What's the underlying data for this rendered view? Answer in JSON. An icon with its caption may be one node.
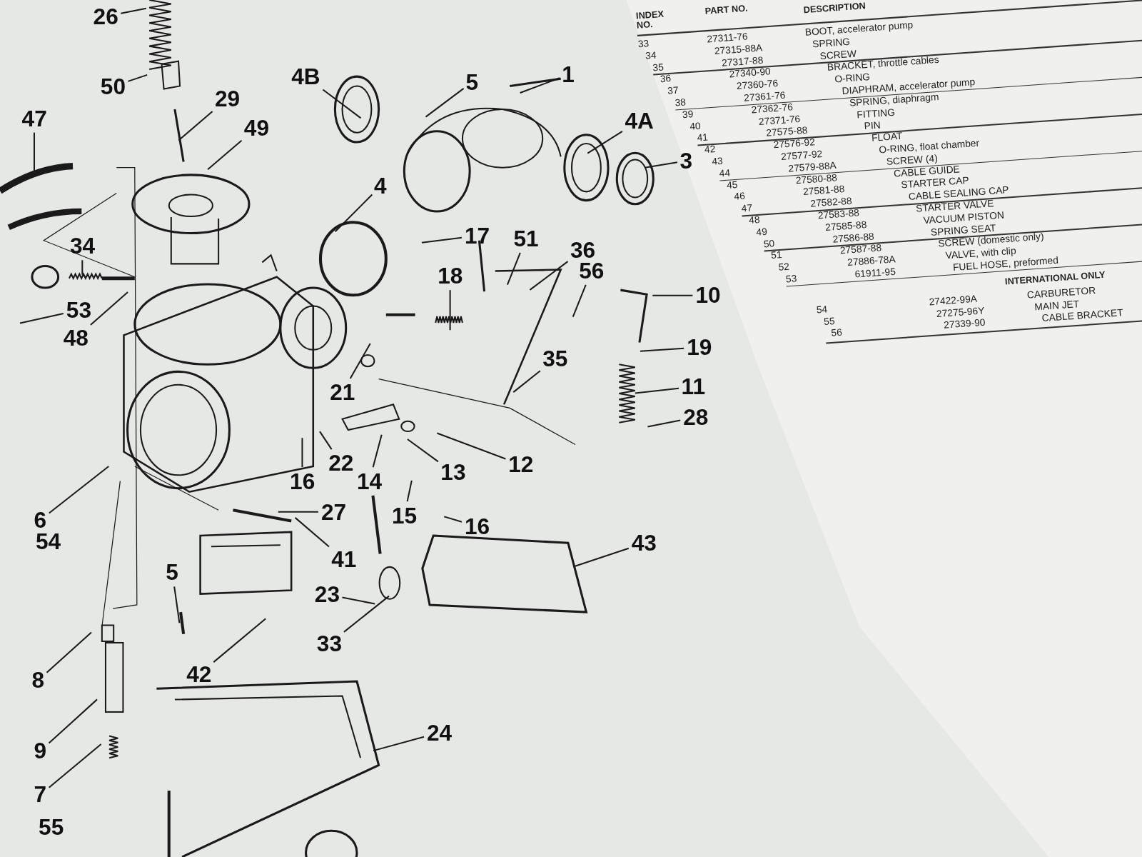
{
  "diagram": {
    "nodes": [
      {
        "text": [
          "26"
        ]
      },
      {
        "text": [
          "50"
        ]
      },
      {
        "text": [
          "4B"
        ]
      },
      {
        "text": [
          "5"
        ]
      },
      {
        "text": [
          "1"
        ]
      },
      {
        "text": [
          "29"
        ]
      },
      {
        "text": [
          "49"
        ]
      },
      {
        "text": [
          "47"
        ]
      },
      {
        "text": [
          "4A"
        ]
      },
      {
        "text": [
          "3"
        ]
      },
      {
        "text": [
          "4"
        ]
      },
      {
        "text": [
          "17"
        ]
      },
      {
        "text": [
          "51"
        ]
      },
      {
        "text": [
          "36"
        ]
      },
      {
        "text": [
          "34"
        ]
      },
      {
        "text": [
          "18"
        ]
      },
      {
        "text": [
          "56"
        ]
      },
      {
        "text": [
          "10"
        ]
      },
      {
        "text": [
          "53"
        ]
      },
      {
        "text": [
          "48"
        ]
      },
      {
        "text": [
          "19"
        ]
      },
      {
        "text": [
          "35"
        ]
      },
      {
        "text": [
          "21"
        ]
      },
      {
        "text": [
          "11"
        ]
      },
      {
        "text": [
          "28"
        ]
      },
      {
        "text": [
          "12"
        ]
      },
      {
        "text": [
          "22"
        ]
      },
      {
        "text": [
          "16"
        ]
      },
      {
        "text": [
          "14"
        ]
      },
      {
        "text": [
          "13"
        ]
      },
      {
        "text": [
          "6"
        ]
      },
      {
        "text": [
          "27"
        ]
      },
      {
        "text": [
          "15"
        ]
      },
      {
        "text": [
          "16"
        ]
      },
      {
        "text": [
          "41"
        ]
      },
      {
        "text": [
          "43"
        ]
      },
      {
        "text": [
          "5"
        ]
      },
      {
        "text": [
          "23"
        ]
      },
      {
        "text": [
          "33"
        ]
      },
      {
        "text": [
          "42"
        ]
      },
      {
        "text": [
          "8"
        ]
      },
      {
        "text": [
          "24"
        ]
      },
      {
        "text": [
          "9"
        ]
      },
      {
        "text": [
          "7"
        ]
      }
    ],
    "edges": [
      {
        "from": 0,
        "to": null,
        "arrow": "none"
      },
      {
        "from": 1,
        "to": null,
        "arrow": "none"
      },
      {
        "from": 2,
        "to": null,
        "arrow": "none"
      },
      {
        "from": 3,
        "to": null,
        "arrow": "none"
      },
      {
        "from": 4,
        "to": null,
        "arrow": "none"
      },
      {
        "from": 5,
        "to": null,
        "arrow": "none"
      },
      {
        "from": 6,
        "to": null,
        "arrow": "none"
      },
      {
        "from": 7,
        "to": null,
        "arrow": "none"
      },
      {
        "from": 8,
        "to": null,
        "arrow": "none"
      },
      {
        "from": 9,
        "to": null,
        "arrow": "none"
      },
      {
        "from": 10,
        "to": null,
        "arrow": "none"
      },
      {
        "from": 11,
        "to": null,
        "arrow": "none"
      },
      {
        "from": 12,
        "to": null,
        "arrow": "none"
      },
      {
        "from": 13,
        "to": null,
        "arrow": "none"
      },
      {
        "from": 14,
        "to": null,
        "arrow": "none"
      },
      {
        "from": 15,
        "to": null,
        "arrow": "none"
      },
      {
        "from": 16,
        "to": null,
        "arrow": "none"
      },
      {
        "from": 17,
        "to": null,
        "arrow": "none"
      },
      {
        "from": 18,
        "to": null,
        "arrow": "none"
      },
      {
        "from": 19,
        "to": null,
        "arrow": "none"
      },
      {
        "from": 20,
        "to": null,
        "arrow": "none"
      },
      {
        "from": 21,
        "to": null,
        "arrow": "none"
      },
      {
        "from": 22,
        "to": null,
        "arrow": "none"
      },
      {
        "from": 23,
        "to": null,
        "arrow": "none"
      },
      {
        "from": 24,
        "to": null,
        "arrow": "none"
      },
      {
        "from": 25,
        "to": null,
        "arrow": "none"
      },
      {
        "from": 26,
        "to": null,
        "arrow": "none"
      },
      {
        "from": 27,
        "to": null,
        "arrow": "none"
      },
      {
        "from": 28,
        "to": null,
        "arrow": "none"
      },
      {
        "from": 29,
        "to": null,
        "arrow": "none"
      },
      {
        "from": 30,
        "to": null,
        "arrow": "none"
      },
      {
        "from": 31,
        "to": null,
        "arrow": "none"
      },
      {
        "from": 32,
        "to": null,
        "arrow": "none"
      },
      {
        "from": 33,
        "to": null,
        "arrow": "none"
      },
      {
        "from": 34,
        "to": null,
        "arrow": "none"
      },
      {
        "from": 35,
        "to": null,
        "arrow": "none"
      },
      {
        "from": 36,
        "to": null,
        "arrow": "none"
      },
      {
        "from": 37,
        "to": null,
        "arrow": "none"
      },
      {
        "from": 38,
        "to": null,
        "arrow": "none"
      },
      {
        "from": 39,
        "to": null,
        "arrow": "none"
      },
      {
        "from": 40,
        "to": null,
        "arrow": "none"
      },
      {
        "from": 41,
        "to": null,
        "arrow": "none"
      },
      {
        "from": 42,
        "to": null,
        "arrow": "none"
      },
      {
        "from": 43,
        "to": null,
        "arrow": "none"
      }
    ],
    "labels": [
      "INDEX NO.",
      "PART NO.",
      "DESCRIPTION",
      "33",
      "27311-76",
      "BOOT, accelerator pump",
      "34",
      "27315-88A",
      "SPRING",
      "35",
      "27317-88",
      "SCREW",
      "36",
      "27340-90",
      "BRACKET, throttle cables",
      "37",
      "27360-76",
      "O-RING",
      "38",
      "27361-76",
      "DIAPHRAM, accelerator pump",
      "39",
      "27362-76",
      "SPRING, diaphragm",
      "40",
      "27371-76",
      "FITTING",
      "41",
      "27575-88",
      "PIN",
      "42",
      "27576-92",
      "FLOAT",
      "43",
      "27577-92",
      "O-RING, float chamber",
      "44",
      "27579-88A",
      "SCREW (4)",
      "45",
      "27580-88",
      "CABLE GUIDE",
      "46",
      "27581-88",
      "STARTER CAP",
      "47",
      "27582-88",
      "CABLE SEALING CAP",
      "48",
      "27583-88",
      "STARTER VALVE",
      "49",
      "27585-88",
      "VACUUM PISTON",
      "50",
      "27586-88",
      "SPRING SEAT",
      "51",
      "27587-88",
      "SCREW (domestic only)",
      "52",
      "27886-78A",
      "VALVE, with clip",
      "53",
      "61911-95",
      "FUEL HOSE, preformed",
      "INTERNATIONAL ONLY",
      "54",
      "27422-99A",
      "CARBURETOR",
      "55",
      "27275-96Y",
      "MAIN JET",
      "56",
      "27339-90",
      "CABLE BRACKET",
      "54",
      "55"
    ]
  }
}
